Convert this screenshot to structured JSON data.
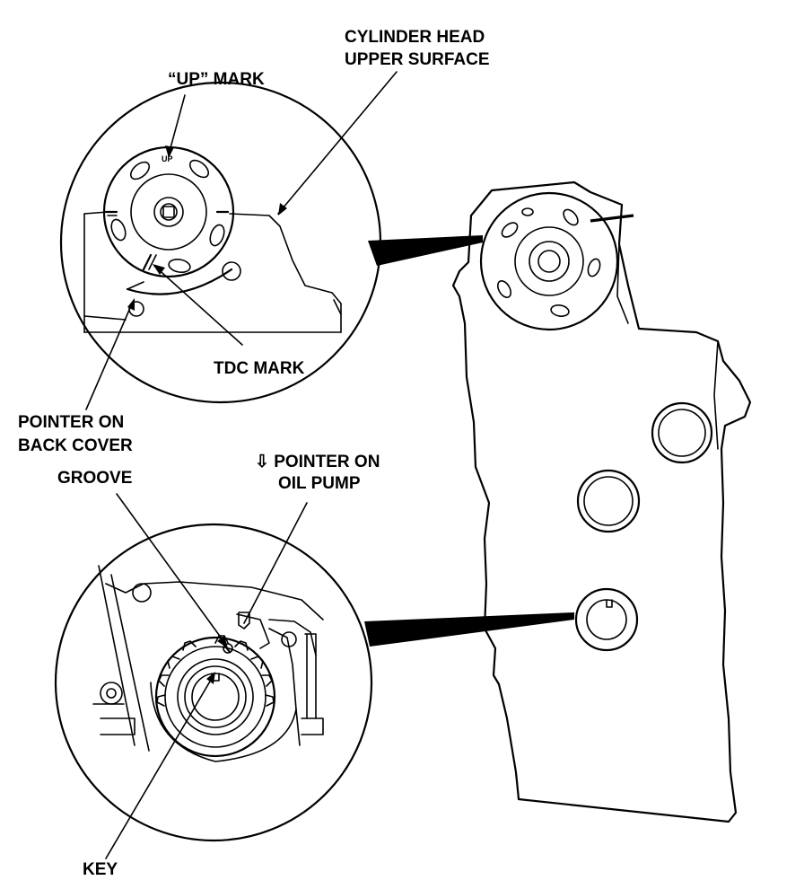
{
  "labels": {
    "cylinder_head_1": "CYLINDER HEAD",
    "cylinder_head_2": "UPPER SURFACE",
    "up_mark": "“UP” MARK",
    "tdc_mark": "TDC MARK",
    "pointer_back_cover_1": "POINTER ON",
    "pointer_back_cover_2": "BACK COVER",
    "groove": "GROOVE",
    "pointer_oil_pump_1": "⇩ POINTER ON",
    "pointer_oil_pump_2": "OIL PUMP",
    "key": "KEY",
    "up_small": "UP"
  },
  "colors": {
    "ink": "#000000",
    "paper": "#ffffff"
  }
}
